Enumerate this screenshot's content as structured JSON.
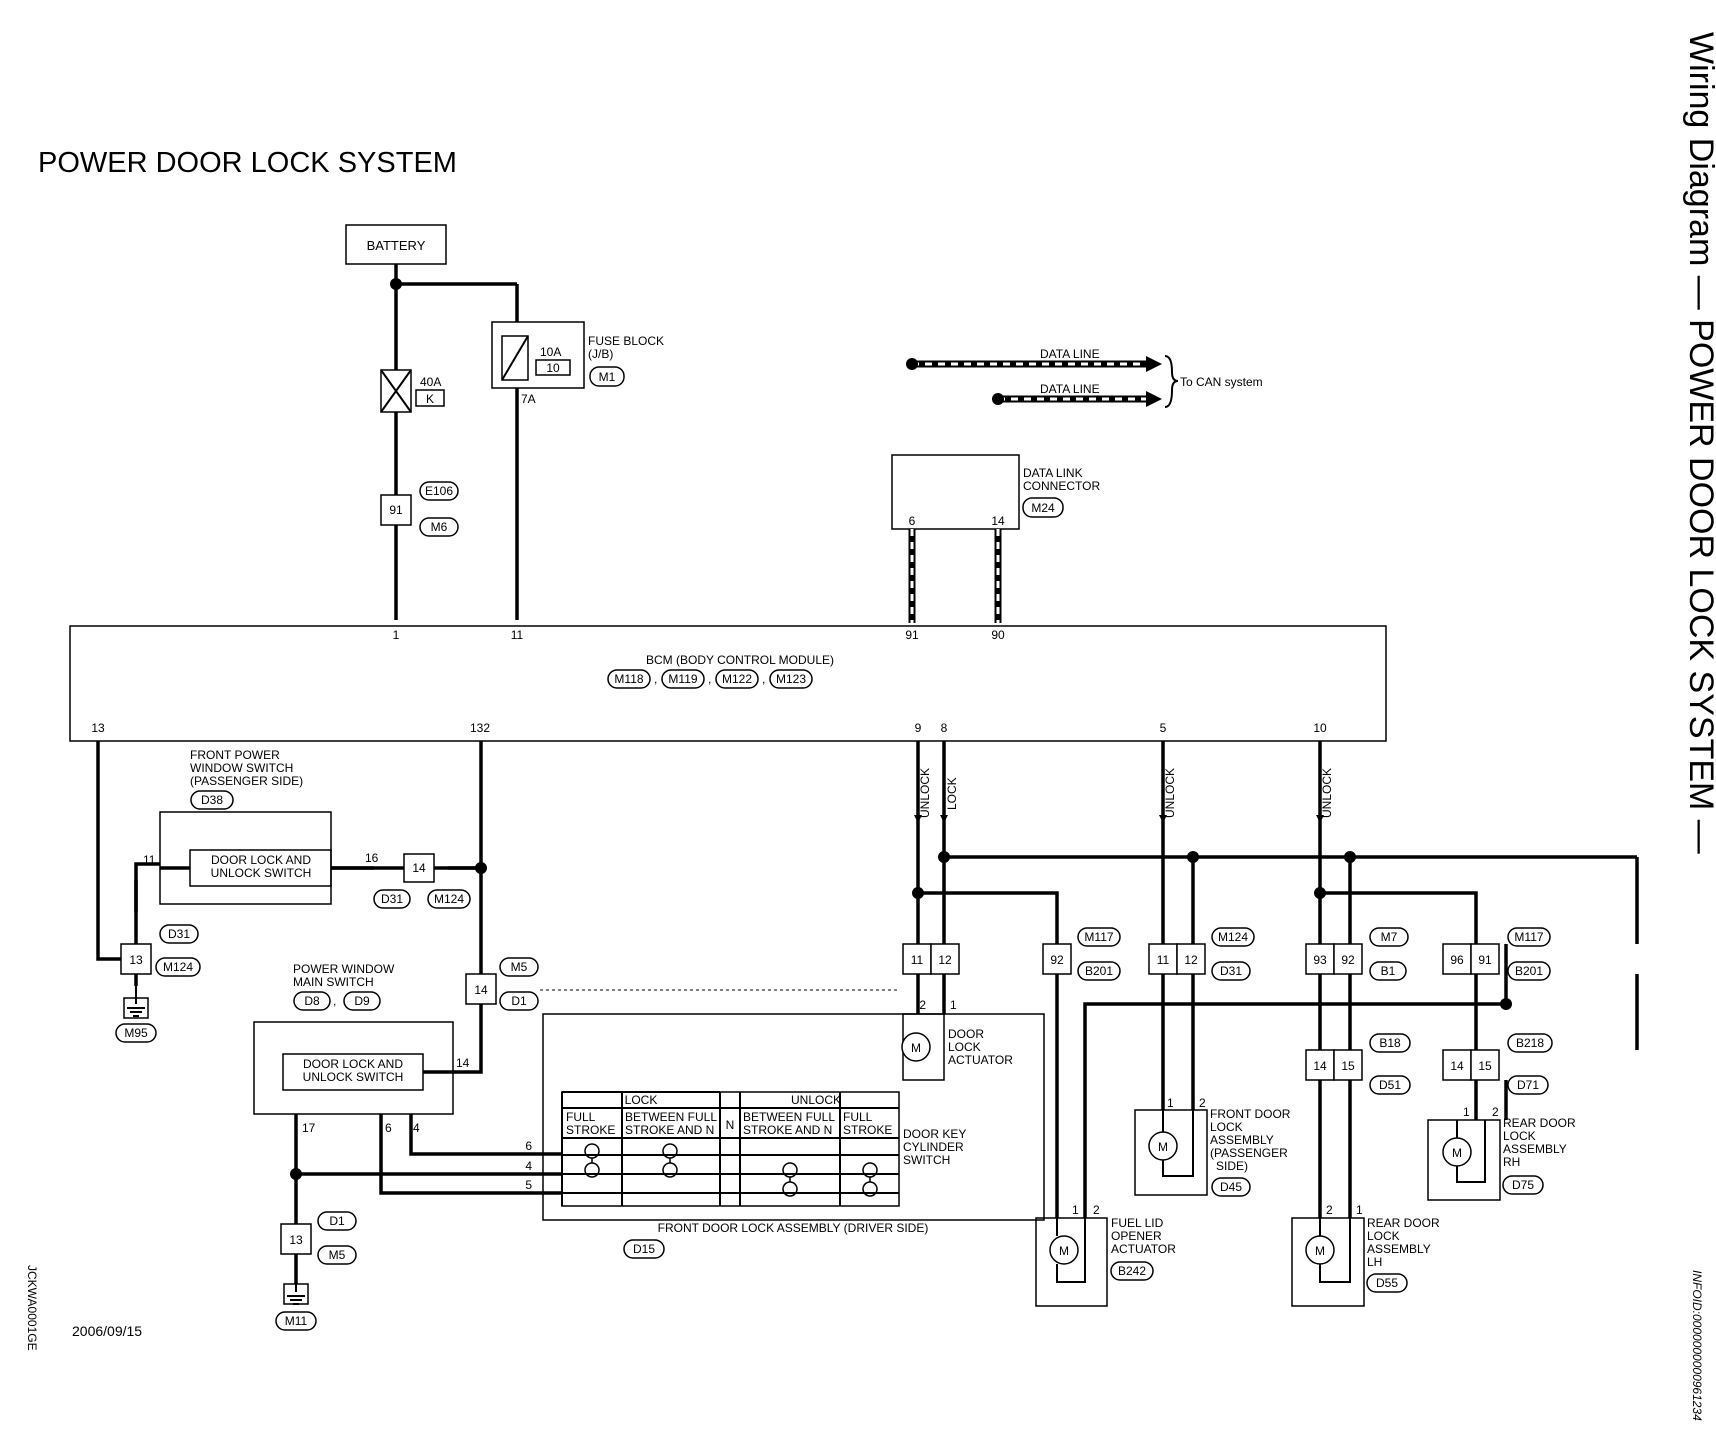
{
  "title": "POWER DOOR LOCK SYSTEM",
  "side_title": "Wiring Diagram — POWER DOOR LOCK SYSTEM —",
  "doc_code": "JCKWA0001GE",
  "date": "2006/09/15",
  "infoid": "INFOID:0000000000961234",
  "battery": "BATTERY",
  "fuse40": {
    "amp": "40A",
    "code": "K"
  },
  "fuse10": {
    "amp": "10A",
    "code": "10",
    "terminal": "7A"
  },
  "fuse_block": {
    "label1": "FUSE BLOCK",
    "label2": "(J/B)",
    "connector": "M1"
  },
  "joint91": {
    "pin": "91",
    "conn_top": "E106",
    "conn_bottom": "M6"
  },
  "dlc": {
    "label1": "DATA LINK",
    "label2": "CONNECTOR",
    "connector": "M24",
    "pin_a": "6",
    "pin_b": "14"
  },
  "data_line_1": "DATA LINE",
  "data_line_2": "DATA LINE",
  "to_can": "To CAN system",
  "bcm": {
    "label": "BCM (BODY CONTROL MODULE)",
    "conn1": "M118",
    "conn2": "M119",
    "conn3": "M122",
    "conn4": "M123",
    "pin_1": "1",
    "pin_11": "11",
    "pin_91": "91",
    "pin_90": "90",
    "pin_13": "13",
    "pin_132": "132",
    "pin_9": "9",
    "pin_8": "8",
    "pin_5": "5",
    "pin_10": "10"
  },
  "signals": {
    "unlock_a": "UNLOCK",
    "lock_a": "LOCK",
    "unlock_b": "UNLOCK",
    "unlock_c": "UNLOCK"
  },
  "front_pw_switch": {
    "line1": "FRONT POWER",
    "line2": "WINDOW SWITCH",
    "line3": "(PASSENGER SIDE)",
    "connector": "D38",
    "inner1": "DOOR LOCK AND",
    "inner2": "UNLOCK SWITCH",
    "pin_left": "11",
    "pin_right": "16"
  },
  "joint14a": {
    "pin": "14",
    "conn1": "D31",
    "conn2": "M124"
  },
  "joint13a": {
    "pin": "13",
    "conn1": "D31",
    "conn2": "M124",
    "ground": "M95"
  },
  "joint14b": {
    "pin": "14",
    "conn1": "M5",
    "conn2": "D1"
  },
  "pw_main_switch": {
    "line1": "POWER WINDOW",
    "line2": "MAIN SWITCH",
    "conn1": "D8",
    "conn2": "D9",
    "inner1": "DOOR LOCK AND",
    "inner2": "UNLOCK SWITCH",
    "pin_14": "14",
    "pin_17": "17",
    "pin_6": "6",
    "pin_4": "4"
  },
  "joint13b": {
    "pin": "13",
    "conn1": "D1",
    "conn2": "M5",
    "ground": "M11"
  },
  "front_door_driver": {
    "label": "FRONT DOOR LOCK ASSEMBLY (DRIVER SIDE)",
    "connector": "D15",
    "pin_6": "6",
    "pin_4": "4",
    "pin_5": "5",
    "key_switch1": "DOOR KEY",
    "key_switch2": "CYLINDER",
    "key_switch3": "SWITCH",
    "lock": "LOCK",
    "unlock": "UNLOCK",
    "n": "N",
    "full1": "FULL",
    "stroke1": "STROKE",
    "between1": "BETWEEN FULL",
    "strokeandn1": "STROKE AND N",
    "between2": "BETWEEN FULL",
    "strokeandn2": "STROKE AND N",
    "full2": "FULL",
    "stroke2": "STROKE"
  },
  "door_lock_actuator": {
    "pin_a": "11",
    "pin_b": "12",
    "pin_2": "2",
    "pin_1": "1",
    "line1": "DOOR",
    "line2": "LOCK",
    "line3": "ACTUATOR",
    "motor": "M"
  },
  "fuel_lid": {
    "pin": "92",
    "conn1": "M117",
    "conn2": "B201",
    "pin_1": "1",
    "pin_2": "2",
    "line1": "FUEL LID",
    "line2": "OPENER",
    "line3": "ACTUATOR",
    "connector": "B242",
    "motor": "M"
  },
  "front_door_pass": {
    "pin_a": "11",
    "pin_b": "12",
    "conn1": "M124",
    "conn2": "D31",
    "pin_1": "1",
    "pin_2": "2",
    "line1": "FRONT DOOR",
    "line2": "LOCK",
    "line3": "ASSEMBLY",
    "line4": "(PASSENGER",
    "line5": "SIDE)",
    "connector": "D45",
    "motor": "M"
  },
  "rear_lh": {
    "pin_a": "93",
    "pin_b": "92",
    "conn1": "M7",
    "conn2": "B1",
    "pin_c": "14",
    "pin_d": "15",
    "conn3": "B18",
    "conn4": "D51",
    "pin_2": "2",
    "pin_1": "1",
    "line1": "REAR DOOR",
    "line2": "LOCK",
    "line3": "ASSEMBLY",
    "line4": "LH",
    "connector": "D55",
    "motor": "M"
  },
  "rear_rh": {
    "pin_a": "96",
    "pin_b": "91",
    "conn1": "M117",
    "conn2": "B201",
    "pin_c": "14",
    "pin_d": "15",
    "conn3": "B218",
    "conn4": "D71",
    "pin_1": "1",
    "pin_2": "2",
    "line1": "REAR DOOR",
    "line2": "LOCK",
    "line3": "ASSEMBLY",
    "line4": "RH",
    "connector": "D75",
    "motor": "M"
  }
}
